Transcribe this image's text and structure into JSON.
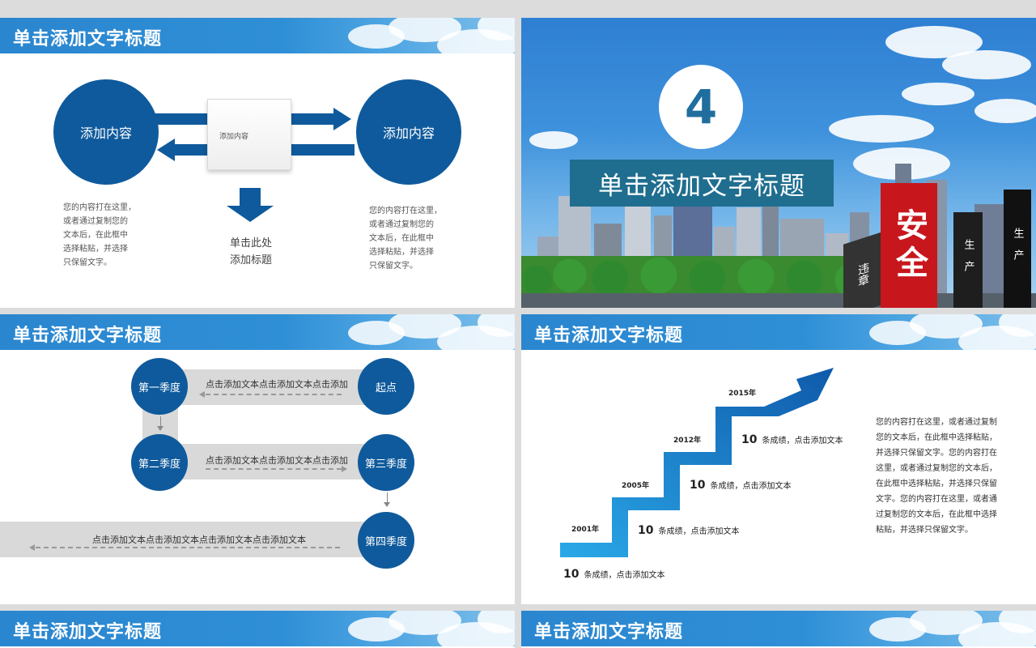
{
  "slide_title": "单击添加文字标题",
  "slide1": {
    "left_circle": "添加内容",
    "right_circle": "添加内容",
    "center_box": "添加内容",
    "center_title": "单击此处\n添加标题",
    "left_text": "您的内容打在这里，\n或者通过复制您的\n文本后，在此框中\n选择粘贴，并选择\n只保留文字。",
    "right_text": "您的内容打在这里，\n或者通过复制您的\n文本后，在此框中\n选择粘贴，并选择\n只保留文字。"
  },
  "slide2": {
    "number": "4",
    "title": "单击添加文字标题",
    "pillar_red": "安全",
    "pillar_a": "违章",
    "pillar_b": "生产",
    "pillar_c": "生产"
  },
  "slide3": {
    "start": "起点",
    "q1": "第一季度",
    "q2": "第二季度",
    "q3": "第三季度",
    "q4": "第四季度",
    "row1_text": "点击添加文本点击添加文本点击添加",
    "row2_text": "点击添加文本点击添加文本点击添加",
    "row3_text": "点击添加文本点击添加文本点击添加文本点击添加文本"
  },
  "slide4": {
    "years": [
      "2001年",
      "2005年",
      "2012年",
      "2015年"
    ],
    "stats": [
      {
        "n": "10",
        "t": "条成绩，点击添加文本"
      },
      {
        "n": "10",
        "t": "条成绩，点击添加文本"
      },
      {
        "n": "10",
        "t": "条成绩，点击添加文本"
      },
      {
        "n": "10",
        "t": "条成绩，点击添加文本"
      }
    ],
    "paragraph": "您的内容打在这里，或者通过复制您的文本后，在此框中选择粘贴，并选择只保留文字。您的内容打在这里，或者通过复制您的文本后，在此框中选择粘贴，并选择只保留文字。您的内容打在这里，或者通过复制您的文本后，在此框中选择粘贴，并选择只保留文字。"
  },
  "colors": {
    "primary": "#0f5a9c",
    "title_bar": "#2a86cf",
    "steps": "#1e7fd0",
    "slide2_title_bg": "#1f6e8f"
  }
}
